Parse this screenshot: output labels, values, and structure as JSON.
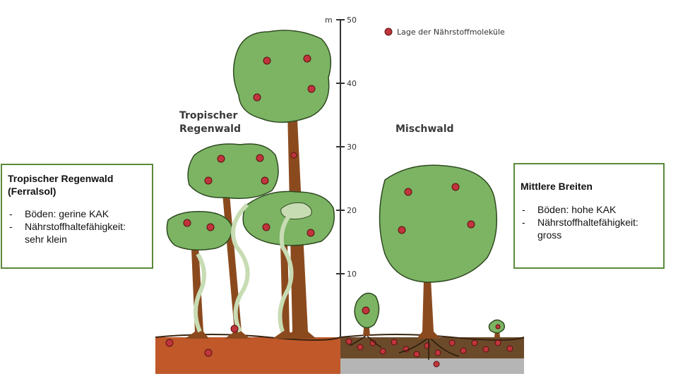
{
  "diagram": {
    "unit": "m",
    "scale_ticks": [
      "50",
      "40",
      "30",
      "20",
      "10"
    ],
    "legend_label": "Lage der Nährstoffmoleküle",
    "label_rainforest": [
      "Tropischer",
      "Regenwald"
    ],
    "label_mixed_forest": "Mischwald",
    "colors": {
      "foliage": "#7cb464",
      "trunk": "#8b4a1e",
      "nutrient": "#c0353c",
      "soil_tropical": "#c0582a",
      "soil_temperate": "#6b4a2a",
      "bedrock": "#b5b5b5",
      "liana": "#c8dcb4"
    }
  },
  "left_box": {
    "title": "Tropischer Regenwald (Ferralsol)",
    "bullets": [
      "Böden: gerine KAK",
      "Nährstoffhaltefähigkeit: sehr klein"
    ]
  },
  "right_box": {
    "title": "Mittlere Breiten",
    "bullets": [
      "Böden: hohe KAK",
      "Nährstoffhaltefähigkeit: gross"
    ]
  }
}
